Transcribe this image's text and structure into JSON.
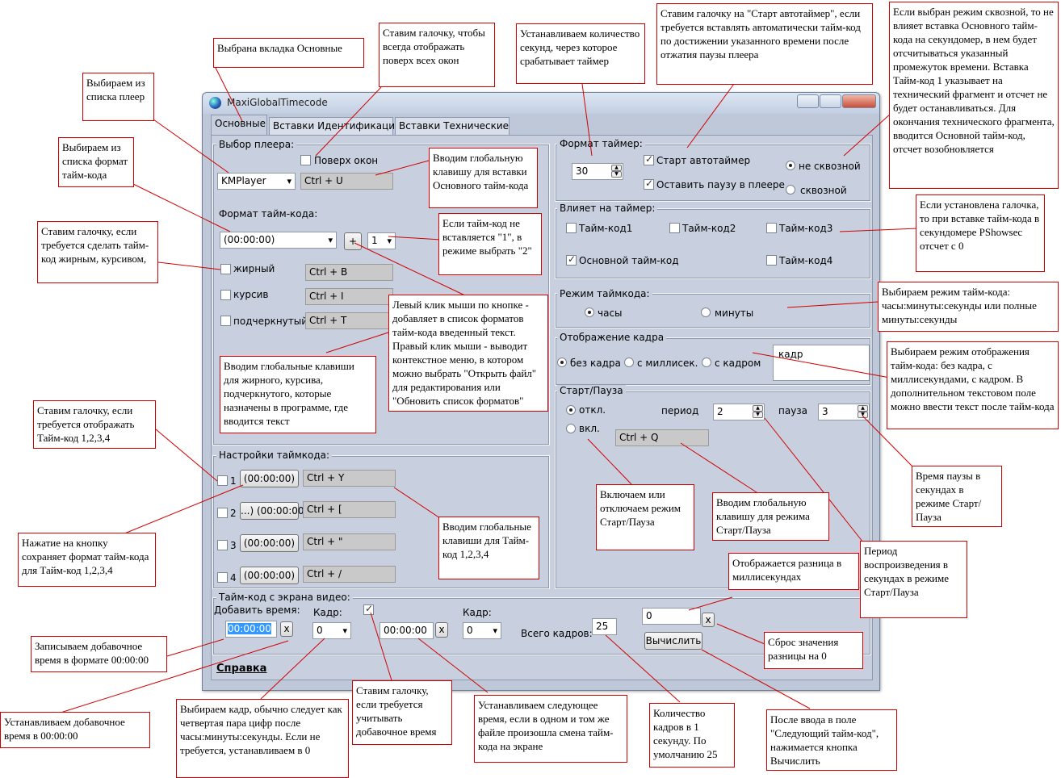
{
  "window": {
    "title": "MaxiGlobalTimecode"
  },
  "tabs": [
    "Основные",
    "Вставки Идентификации",
    "Вставки Технические"
  ],
  "player": {
    "group": "Выбор плеера:",
    "ontop": "Поверх окон",
    "selected": "KMPlayer",
    "hotkey": "Ctrl + U"
  },
  "format": {
    "group": "Формат тайм-кода:",
    "value": "(00:00:00)",
    "add": "+",
    "index": "1",
    "bold": "жирный",
    "bold_key": "Ctrl + B",
    "italic": "курсив",
    "italic_key": "Ctrl + I",
    "underline": "подчеркнутый",
    "underline_key": "Ctrl + T"
  },
  "settings": {
    "group": "Настройки таймкода:",
    "rows": [
      {
        "n": "1",
        "btn": "(00:00:00)",
        "key": "Ctrl + Y"
      },
      {
        "n": "2",
        "btn": "...) (00:00:00",
        "key": "Ctrl + ["
      },
      {
        "n": "3",
        "btn": "(00:00:00)",
        "key": "Ctrl + \""
      },
      {
        "n": "4",
        "btn": "(00:00:00)",
        "key": "Ctrl + /"
      }
    ]
  },
  "timer": {
    "group": "Формат таймер:",
    "seconds": "30",
    "autostart": "Старт автотаймер",
    "keeppause": "Оставить паузу в плеере",
    "notthrough": "не сквозной",
    "through": "сквозной"
  },
  "affects": {
    "group": "Влияет на таймер:",
    "tc1": "Тайм-код1",
    "tc2": "Тайм-код2",
    "tc3": "Тайм-код3",
    "main": "Основной тайм-код",
    "tc4": "Тайм-код4"
  },
  "mode": {
    "group": "Режим таймкода:",
    "hours": "часы",
    "minutes": "минуты"
  },
  "frame": {
    "group": "Отображение кадра",
    "noframe": "без кадра",
    "ms": "с миллисек.",
    "withframe": "с кадром",
    "text": "кадр"
  },
  "startpause": {
    "group": "Старт/Пауза",
    "off": "откл.",
    "on": "вкл.",
    "period_label": "период",
    "period": "2",
    "pause_label": "пауза",
    "pause": "3",
    "hotkey": "Ctrl + Q"
  },
  "screen": {
    "group": "Тайм-код с экрана видео:",
    "add_time": "Добавить время:",
    "time1": "00:00:00",
    "x": "x",
    "frame_label": "Кадр:",
    "frame1": "0",
    "time2": "00:00:00",
    "frame2": "0",
    "total_label": "Всего кадров:",
    "total": "25",
    "diff": "0",
    "calc": "Вычислить"
  },
  "help": "Справка",
  "notes": {
    "n1": "Выбрана вкладка Основные",
    "n2": "Ставим галочку, чтобы всегда отображать поверх всех окон",
    "n3": "Устанавливаем количество секунд, через которое срабатывает таймер",
    "n4": "Ставим галочку на \"Старт автотаймер\", если требуется вставлять автоматически тайм-код по достижении указанного времени после отжатия паузы плеера",
    "n5": "Если выбран режим сквозной, то не влияет вставка Основного тайм-кода на секундомер, в нем будет отсчитываться указанный промежуток времени. Вставка Тайм-код 1 указывает на технический фрагмент и отсчет не будет останавливаться. Для окончания технического фрагмента, вводится Основной тайм-код, отсчет возобновляется",
    "n6": "Выбираем из списка плеер",
    "n7": "Выбираем из списка формат тайм-кода",
    "n8": "Вводим глобальную клавишу для вставки Основного тайм-кода",
    "n9": "Если тайм-код не вставляется \"1\", в режиме выбрать \"2\"",
    "n10": "Ставим галочку, если требуется сделать тайм-код жирным, курсивом,",
    "n11": "Если установлена галочка, то при вставке тайм-кода в секундомере PShowsec отсчет с 0",
    "n12": "Выбираем режим тайм-кода: часы:минуты:секунды или полные минуты:секунды",
    "n13": "Левый клик мыши по кнопке - добавляет в список форматов тайм-кода введенный текст. Правый клик мыши - выводит контекстное меню, в котором можно выбрать \"Открыть файл\" для редактирования или \"Обновить список форматов\"",
    "n14": "Вводим глобальные клавиши для жирного, курсива, подчеркнутого, которые назначены в программе, где вводится текст",
    "n15": "Выбираем режим отображения тайм-кода: без кадра, с миллисекундами, с кадром. В дополнительном текстовом поле можно ввести текст после тайм-кода",
    "n16": "Ставим галочку, если требуется отображать Тайм-код 1,2,3,4",
    "n17": "Время паузы в секундах в режиме Старт/Пауза",
    "n18": "Включаем или отключаем режим Старт/Пауза",
    "n19": "Вводим глобальную клавишу для режима Старт/Пауза",
    "n20": "Нажатие на кнопку сохраняет формат тайм-кода для Тайм-код 1,2,3,4",
    "n21": "Вводим глобальные клавиши для Тайм-код 1,2,3,4",
    "n22": "Период воспроизведения в секундах в режиме Старт/Пауза",
    "n23": "Отображается разница в миллисекундах",
    "n24": "Записываем добавочное время в формате 00:00:00",
    "n25": "Сброс значения разницы на 0",
    "n26": "Устанавливаем добавочное время в 00:00:00",
    "n27": "Выбираем кадр, обычно следует как четвертая пара цифр после часы:минуты:секунды. Если не требуется, устанавливаем в 0",
    "n28": "Ставим галочку, если требуется учитывать добавочное время",
    "n29": "Устанавливаем следующее время, если в одном и том же файле произошла смена тайм-кода на экране",
    "n30": "Количество кадров в 1 секунду. По умолчанию 25",
    "n31": "После ввода в поле \"Следующий тайм-код\", нажимается кнопка Вычислить"
  }
}
